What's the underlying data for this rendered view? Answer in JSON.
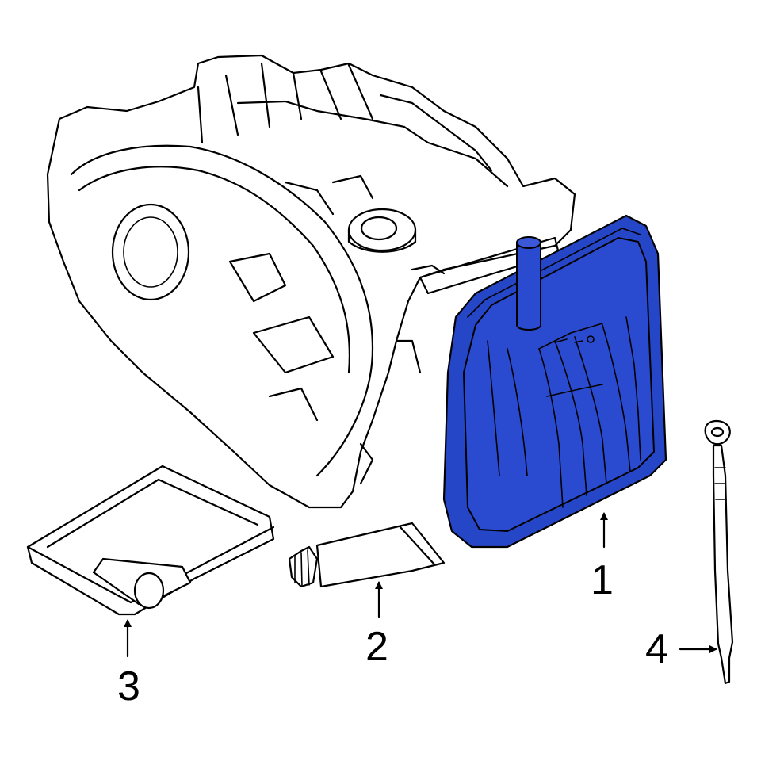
{
  "colors": {
    "highlight": "#2646c8",
    "highlight_dark": "#1a35a8",
    "line": "#000000",
    "background": "#ffffff"
  },
  "callouts": [
    {
      "id": "1",
      "label": "1",
      "part": "transmission-oil-pan"
    },
    {
      "id": "2",
      "label": "2",
      "part": "sealant-tube"
    },
    {
      "id": "3",
      "label": "3",
      "part": "fluid-container"
    },
    {
      "id": "4",
      "label": "4",
      "part": "dipstick"
    }
  ]
}
